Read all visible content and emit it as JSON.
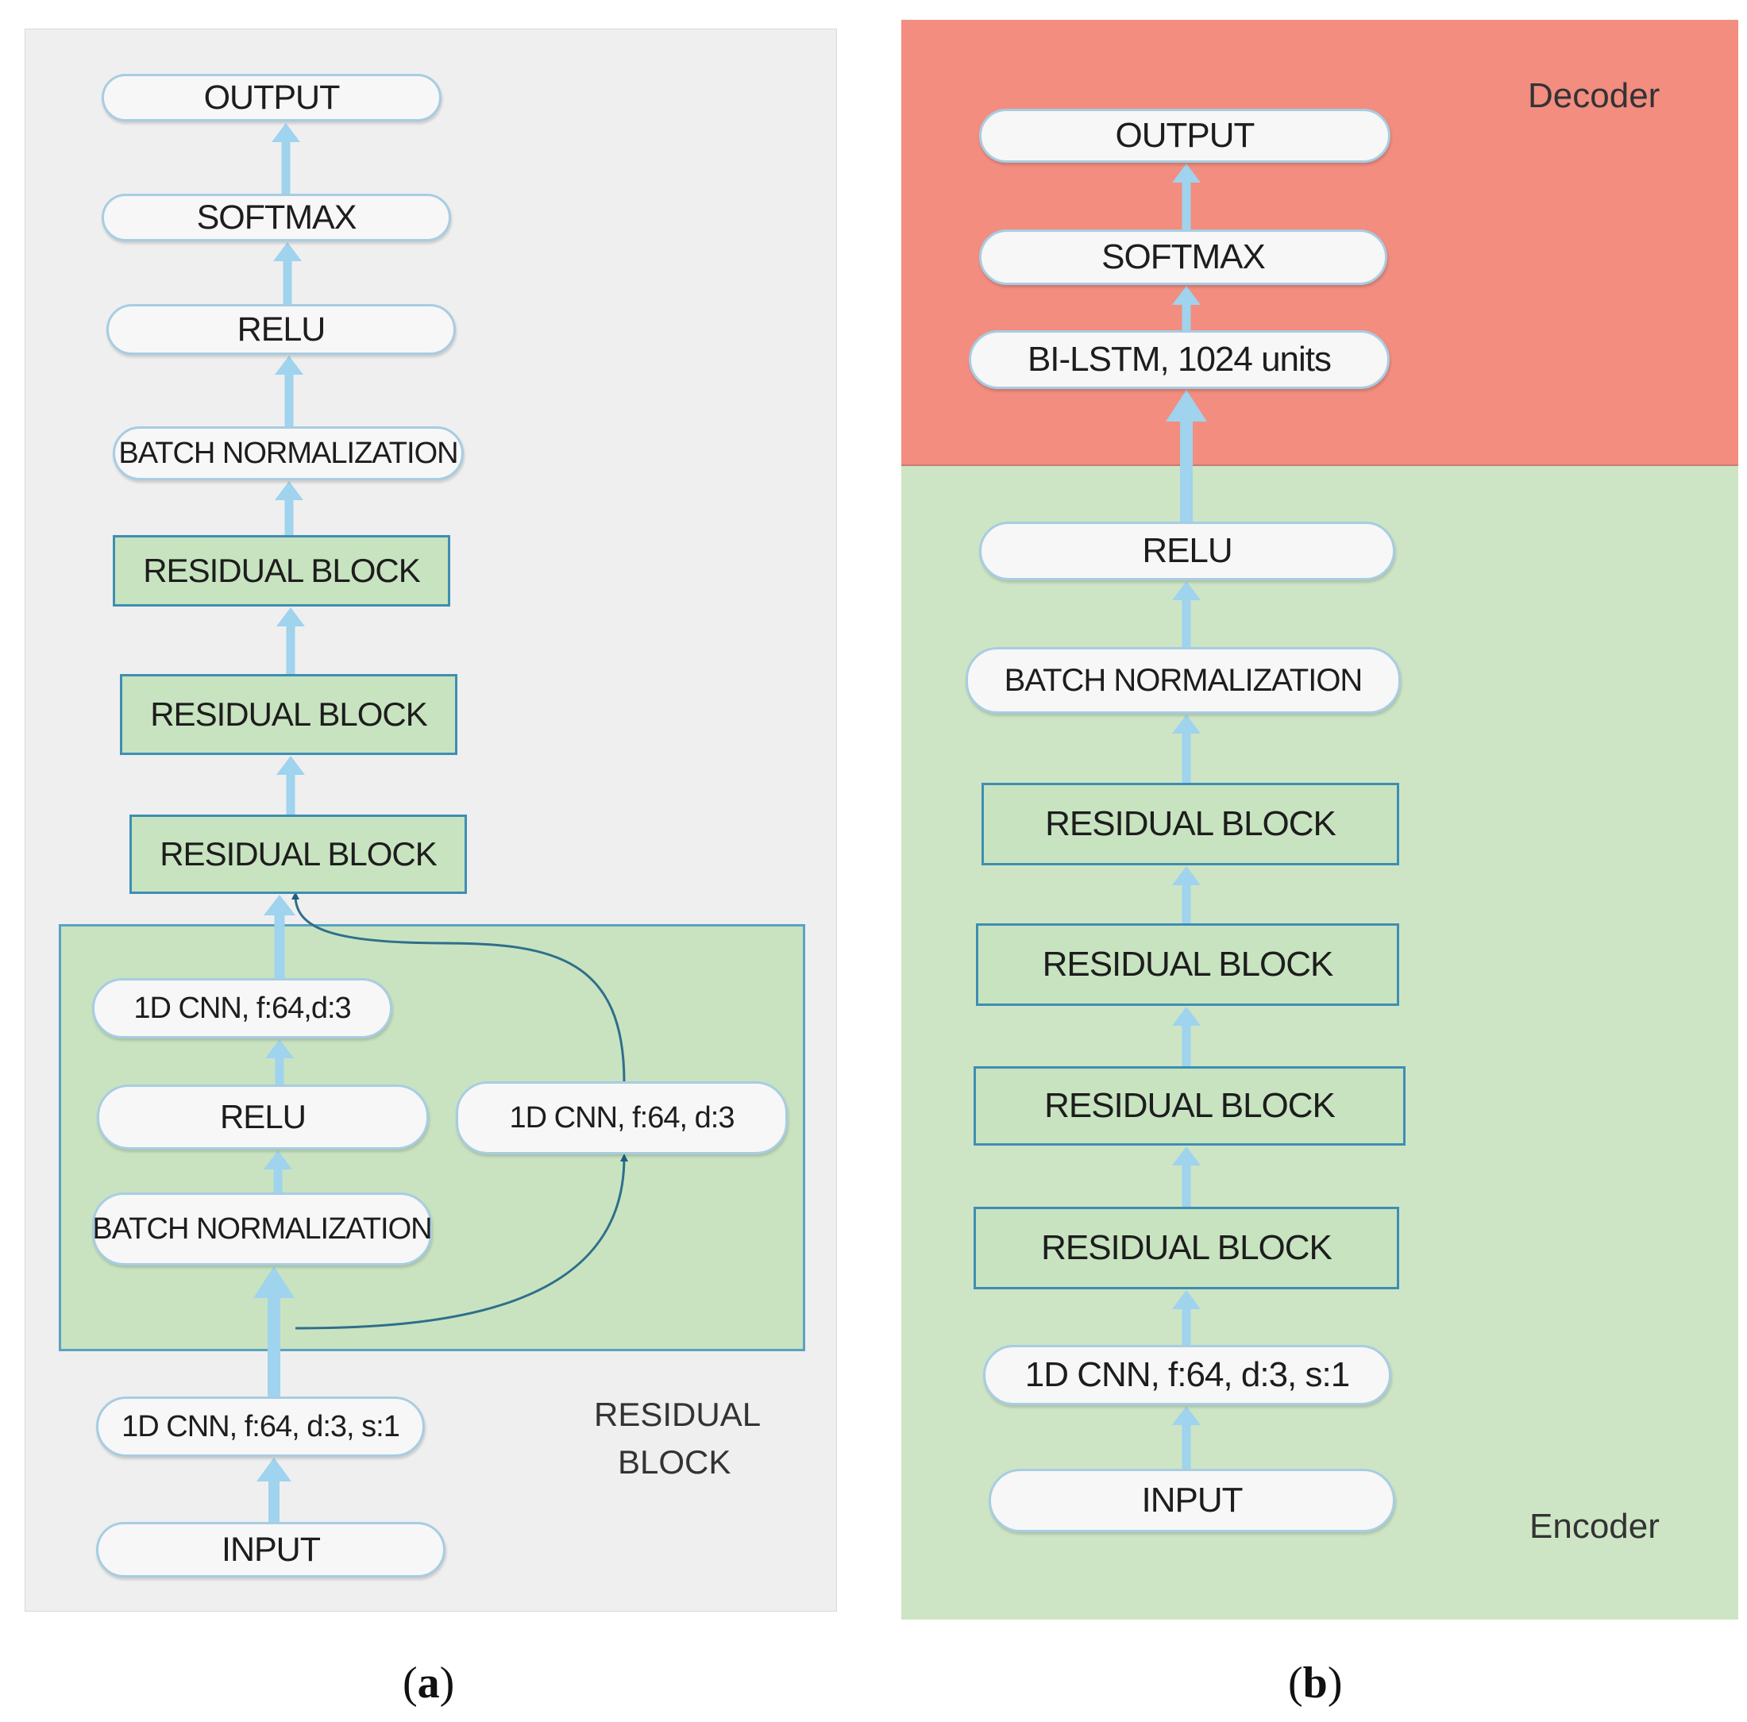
{
  "panel_a": {
    "nodes": {
      "output": "OUTPUT",
      "softmax": "SOFTMAX",
      "relu": "RELU",
      "batch_norm": "BATCH NORMALIZATION",
      "residual_block_3": "RESIDUAL BLOCK",
      "residual_block_2": "RESIDUAL BLOCK",
      "residual_block_1": "RESIDUAL BLOCK",
      "inner_cnn": "1D CNN, f:64,d:3",
      "inner_relu": "RELU",
      "inner_batch_norm": "BATCH NORMALIZATION",
      "skip_cnn": "1D CNN, f:64, d:3",
      "input_cnn": "1D CNN, f:64, d:3, s:1",
      "input": "INPUT"
    },
    "residual_block_label_line1": "RESIDUAL",
    "residual_block_label_line2": "BLOCK",
    "caption_open": "(",
    "caption_letter": "a",
    "caption_close": ")"
  },
  "panel_b": {
    "decoder_label": "Decoder",
    "encoder_label": "Encoder",
    "nodes": {
      "output": "OUTPUT",
      "softmax": "SOFTMAX",
      "bilstm": "BI-LSTM, 1024 units",
      "relu": "RELU",
      "batch_norm": "BATCH NORMALIZATION",
      "residual_block_4": "RESIDUAL BLOCK",
      "residual_block_3": "RESIDUAL BLOCK",
      "residual_block_2": "RESIDUAL BLOCK",
      "residual_block_1": "RESIDUAL BLOCK",
      "input_cnn": "1D CNN, f:64, d:3, s:1",
      "input": "INPUT"
    },
    "caption_open": "(",
    "caption_letter": "b",
    "caption_close": ")"
  },
  "colors": {
    "arrow": "#9fd3ee",
    "decoder_bg": "#f28d80",
    "encoder_bg": "#cde5c5",
    "panel_a_bg": "#efefef",
    "box_border": "#3e8eb3"
  }
}
